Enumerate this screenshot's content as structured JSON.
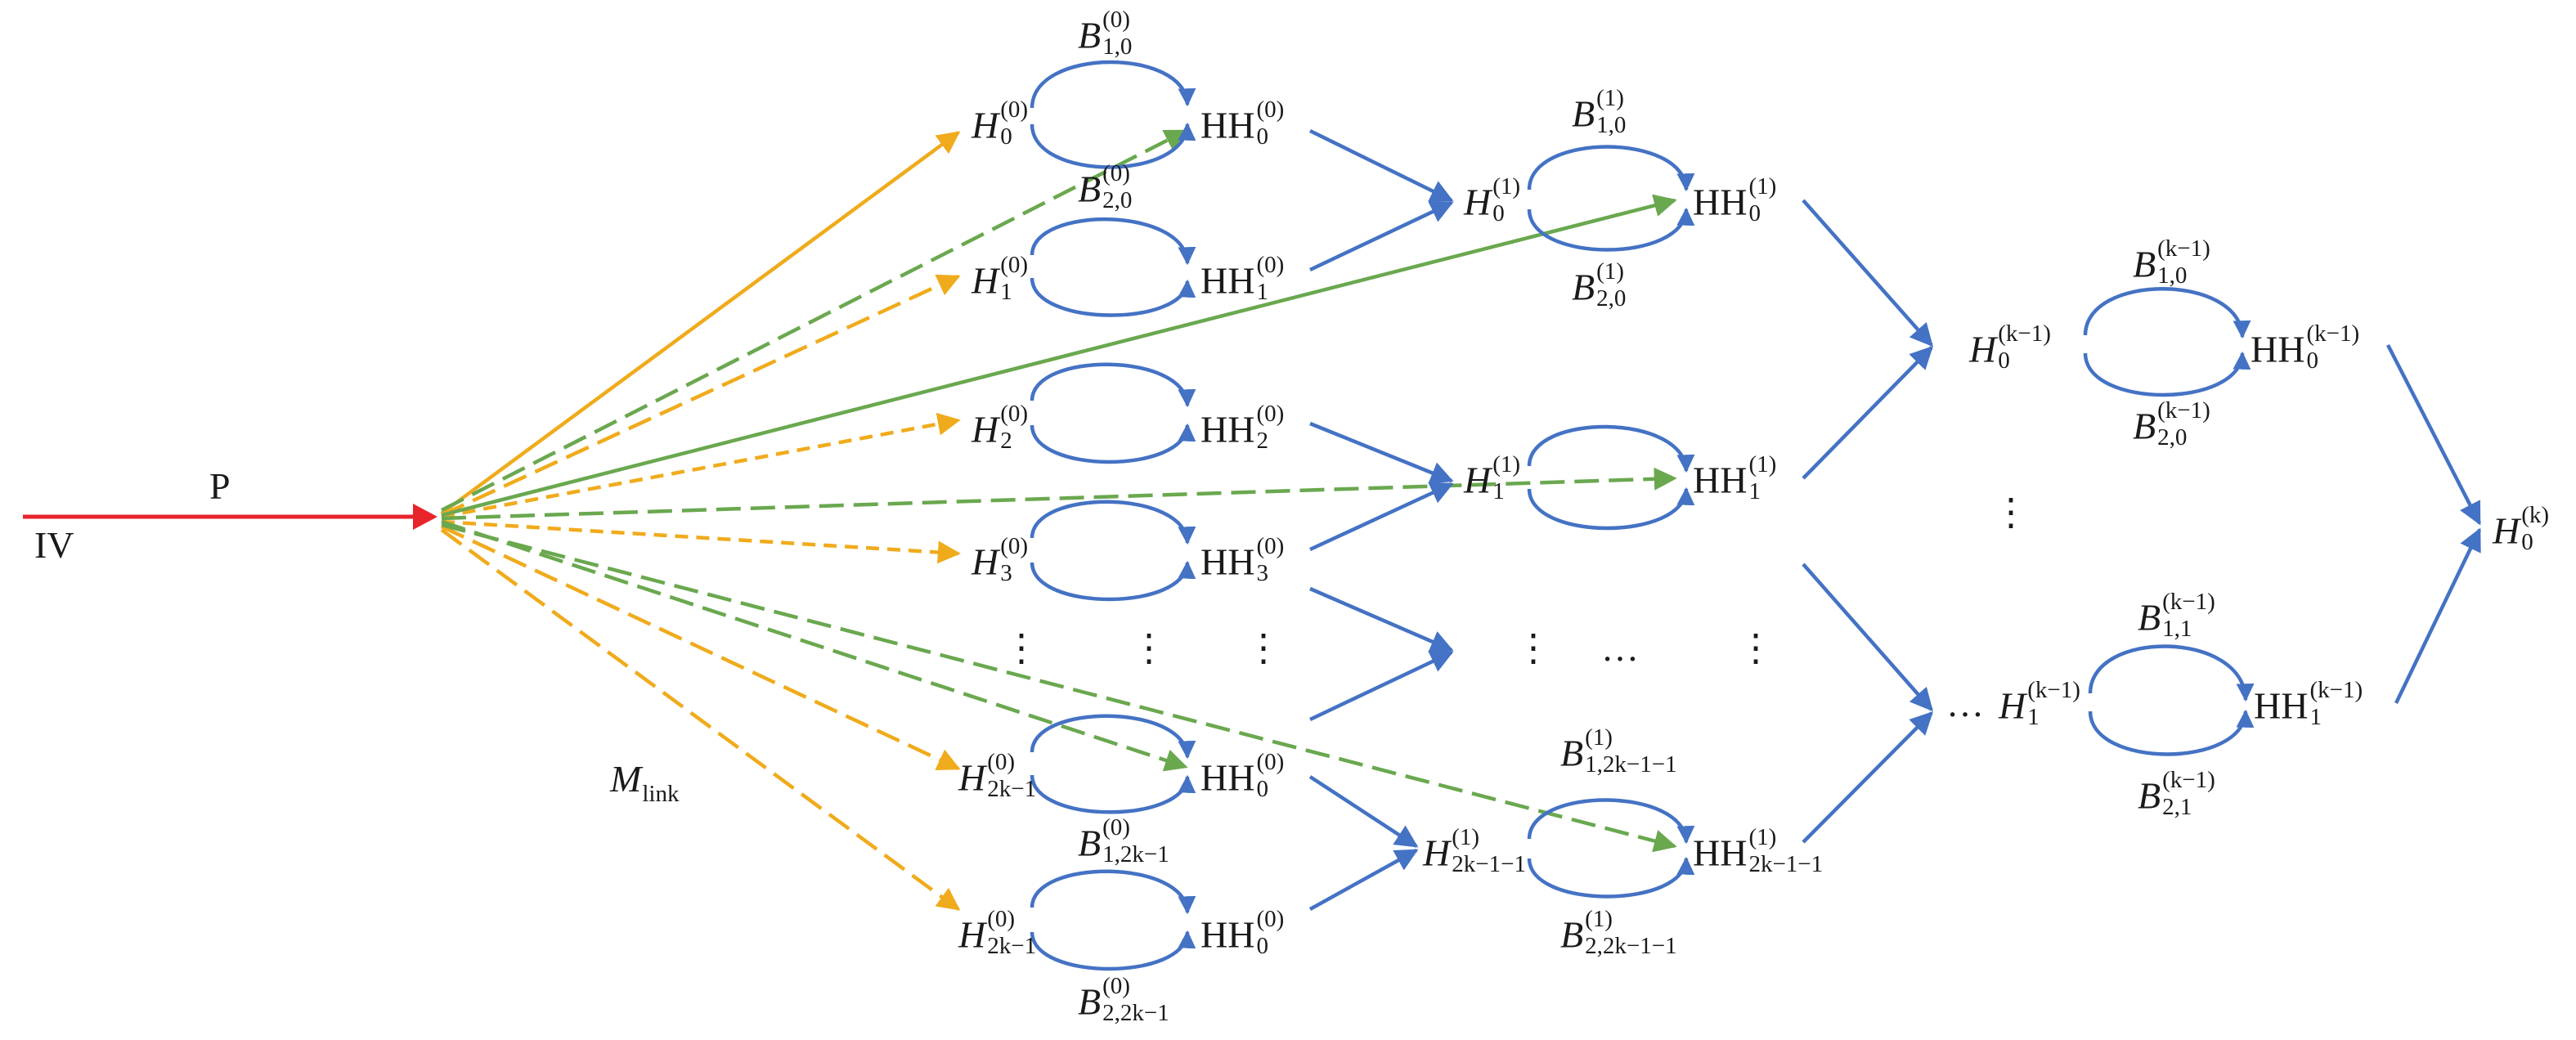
{
  "labels": {
    "P": "P",
    "IV": "IV",
    "M": "M",
    "link": "link",
    "H": "H",
    "HH": "HH",
    "B": "B",
    "i0": "(0)",
    "i1": "(1)",
    "ik1": "(k−1)",
    "ik": "(k)",
    "s0": "0",
    "s1": "1",
    "s2": "2",
    "s3": "3",
    "s2k1": "2k−1",
    "s2k11": "2k−1−1",
    "s10": "1,0",
    "s20": "2,0",
    "s11": "1,1",
    "s21": "2,1",
    "s12k1": "1,2k−1",
    "s22k1": "2,2k−1",
    "s12k11": "1,2k−1−1",
    "s22k11": "2,2k−1−1"
  },
  "ellipsis": {
    "v": "⋮",
    "h": "…"
  },
  "colors": {
    "input": "#e8242b",
    "orange": "#f0ab1c",
    "green": "#6aa84f",
    "blue": "#4472c4",
    "text": "#1a1a1a"
  }
}
